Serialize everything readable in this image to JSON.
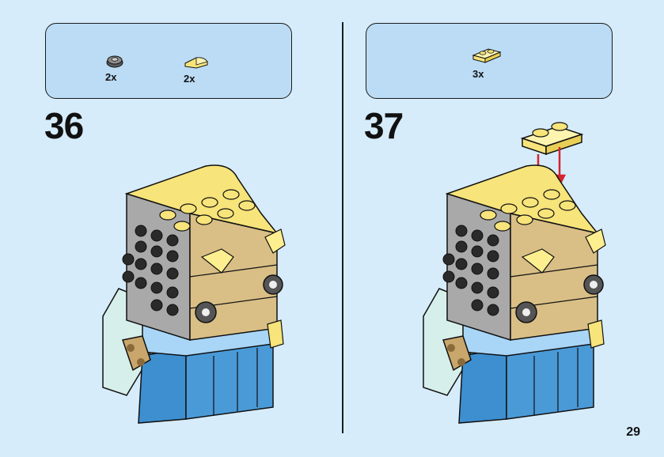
{
  "steps": [
    {
      "number": "36",
      "parts": [
        {
          "icon": "round-gray-plate-icon",
          "quantity": "2x"
        },
        {
          "icon": "yellow-curved-slope-icon",
          "quantity": "2x"
        }
      ]
    },
    {
      "number": "37",
      "parts": [
        {
          "icon": "yellow-1x2-plate-icon",
          "quantity": "3x"
        }
      ]
    }
  ],
  "page_number": "29",
  "colors": {
    "background": "#d6ecfb",
    "parts_box": "#bcdcf5",
    "yellow": "#f7e47a",
    "tan": "#d9bf86",
    "gray": "#a9a9a9",
    "blue": "#3d8fd0",
    "light_blue": "#a9d6f7",
    "arrow_red": "#d4232d"
  }
}
